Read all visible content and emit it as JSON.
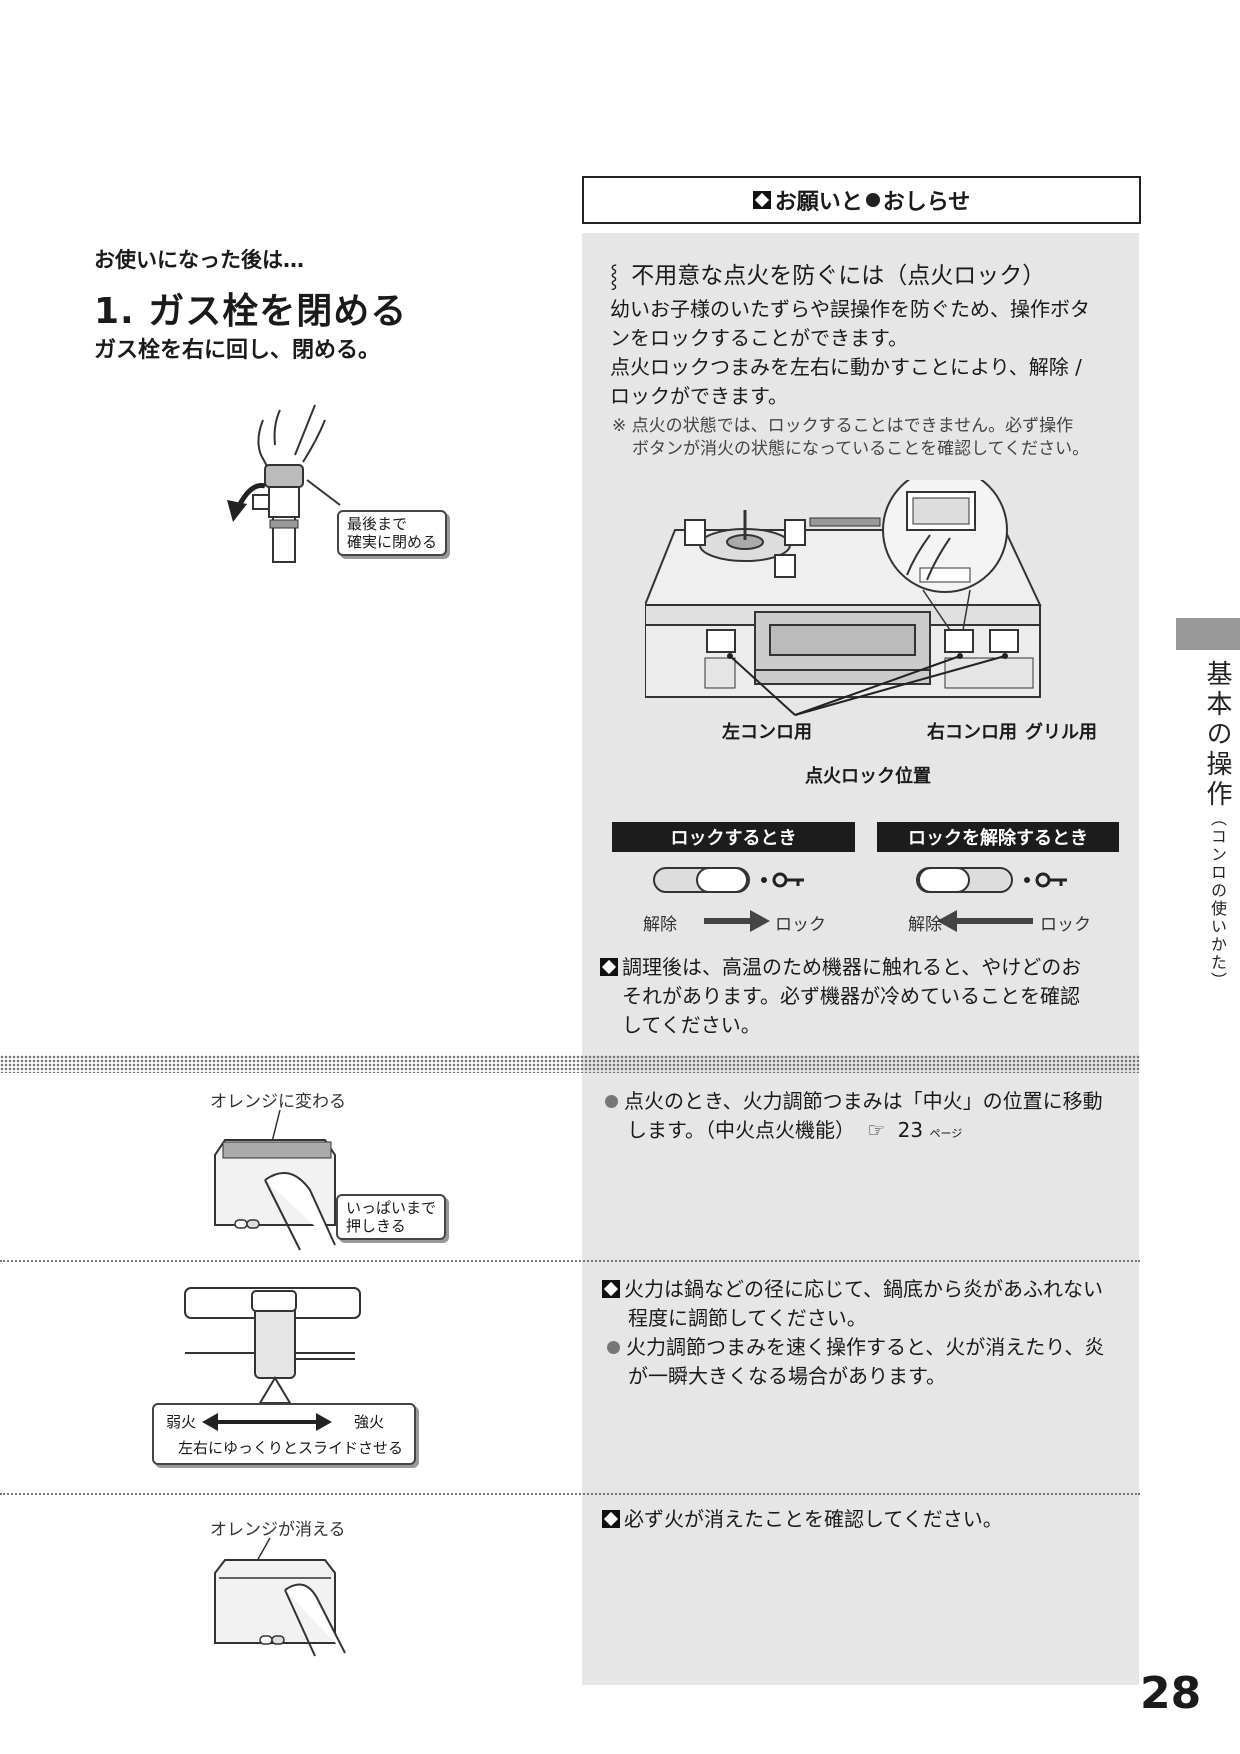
{
  "notice": {
    "header": "お願いと●おしらせ",
    "header_pre": "お願いと",
    "header_post": "おしらせ"
  },
  "left": {
    "pre_title": "お使いになった後は…",
    "title": "1. ガス栓を閉める",
    "subtitle": "ガス栓を右に回し、閉める。",
    "callout_valve": [
      "最後まで",
      "確実に閉める"
    ]
  },
  "lock": {
    "title": "不用意な点火を防ぐには（点火ロック）",
    "body": [
      "幼いお子様のいたずらや誤操作を防ぐため、操作ボタ",
      "ンをロックすることができます。",
      "点火ロックつまみを左右に動かすことにより、解除 /",
      "ロックができます。"
    ],
    "note": [
      "※ 点火の状態では、ロックすることはできません。必ず操作",
      "ボタンが消火の状態になっていることを確認してください。"
    ],
    "labels": {
      "left": "左コンロ用",
      "right": "右コンロ用",
      "grill": "グリル用",
      "position": "点火ロック位置"
    },
    "lock_bar": "ロックするとき",
    "unlock_bar": "ロックを解除するとき",
    "release": "解除",
    "lock": "ロック",
    "key_symbol": "•O┬"
  },
  "caution_hot": [
    "調理後は、高温のため機器に触れると、やけどのお",
    "それがあります。必ず機器が冷めていることを確認",
    "してください。"
  ],
  "ignite": {
    "label_top": "オレンジに変わる",
    "callout": [
      "いっぱいまで",
      "押しきる"
    ],
    "note": [
      "点火のとき、火力調節つまみは「中火」の位置に移動",
      "します。（中火点火機能）"
    ],
    "page_ref_icon": "☞",
    "page_ref": "23",
    "page_ref_unit": "ページ"
  },
  "adjust": {
    "weak": "弱火",
    "strong": "強火",
    "slide": "左右にゆっくりとスライドさせる",
    "caution": [
      "火力は鍋などの径に応じて、鍋底から炎があふれない",
      "程度に調節してください。"
    ],
    "note": [
      "火力調節つまみを速く操作すると、火が消えたり、炎",
      "が一瞬大きくなる場合があります。"
    ]
  },
  "extinguish": {
    "label_top": "オレンジが消える",
    "caution": "必ず火が消えたことを確認してください。"
  },
  "side": {
    "main": "基本の操作",
    "sub": "（コンロの使いかた）"
  },
  "page_number": "28"
}
